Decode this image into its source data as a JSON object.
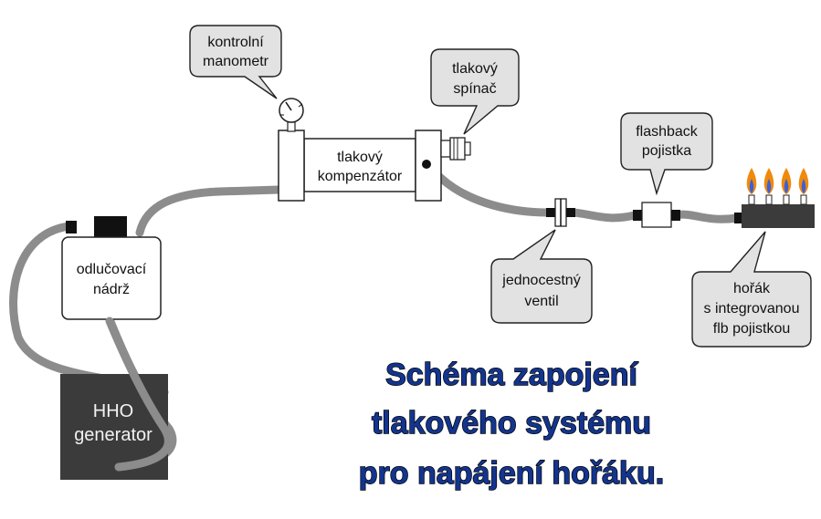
{
  "labels": {
    "gauge_l1": "kontrolní",
    "gauge_l2": "manometr",
    "switch_l1": "tlakový",
    "switch_l2": "spínač",
    "comp_l1": "tlakový",
    "comp_l2": "kompenzátor",
    "flash_l1": "flashback",
    "flash_l2": "pojistka",
    "tank_l1": "odlučovací",
    "tank_l2": "nádrž",
    "valve_l1": "jednocestný",
    "valve_l2": "ventil",
    "burner_l1": "hořák",
    "burner_l2": "s integrovanou",
    "burner_l3": "flb pojistkou",
    "gen_l1": "HHO",
    "gen_l2": "generator"
  },
  "title": {
    "line1": "Schéma zapojení",
    "line2": "tlakového systému",
    "line3": "pro napájení hořáku."
  },
  "colors": {
    "hose": "#8c8c8c",
    "callout": "#e2e2e2",
    "generator": "#3b3b3b",
    "title": "#13358f",
    "flame": "#f08a0a"
  }
}
